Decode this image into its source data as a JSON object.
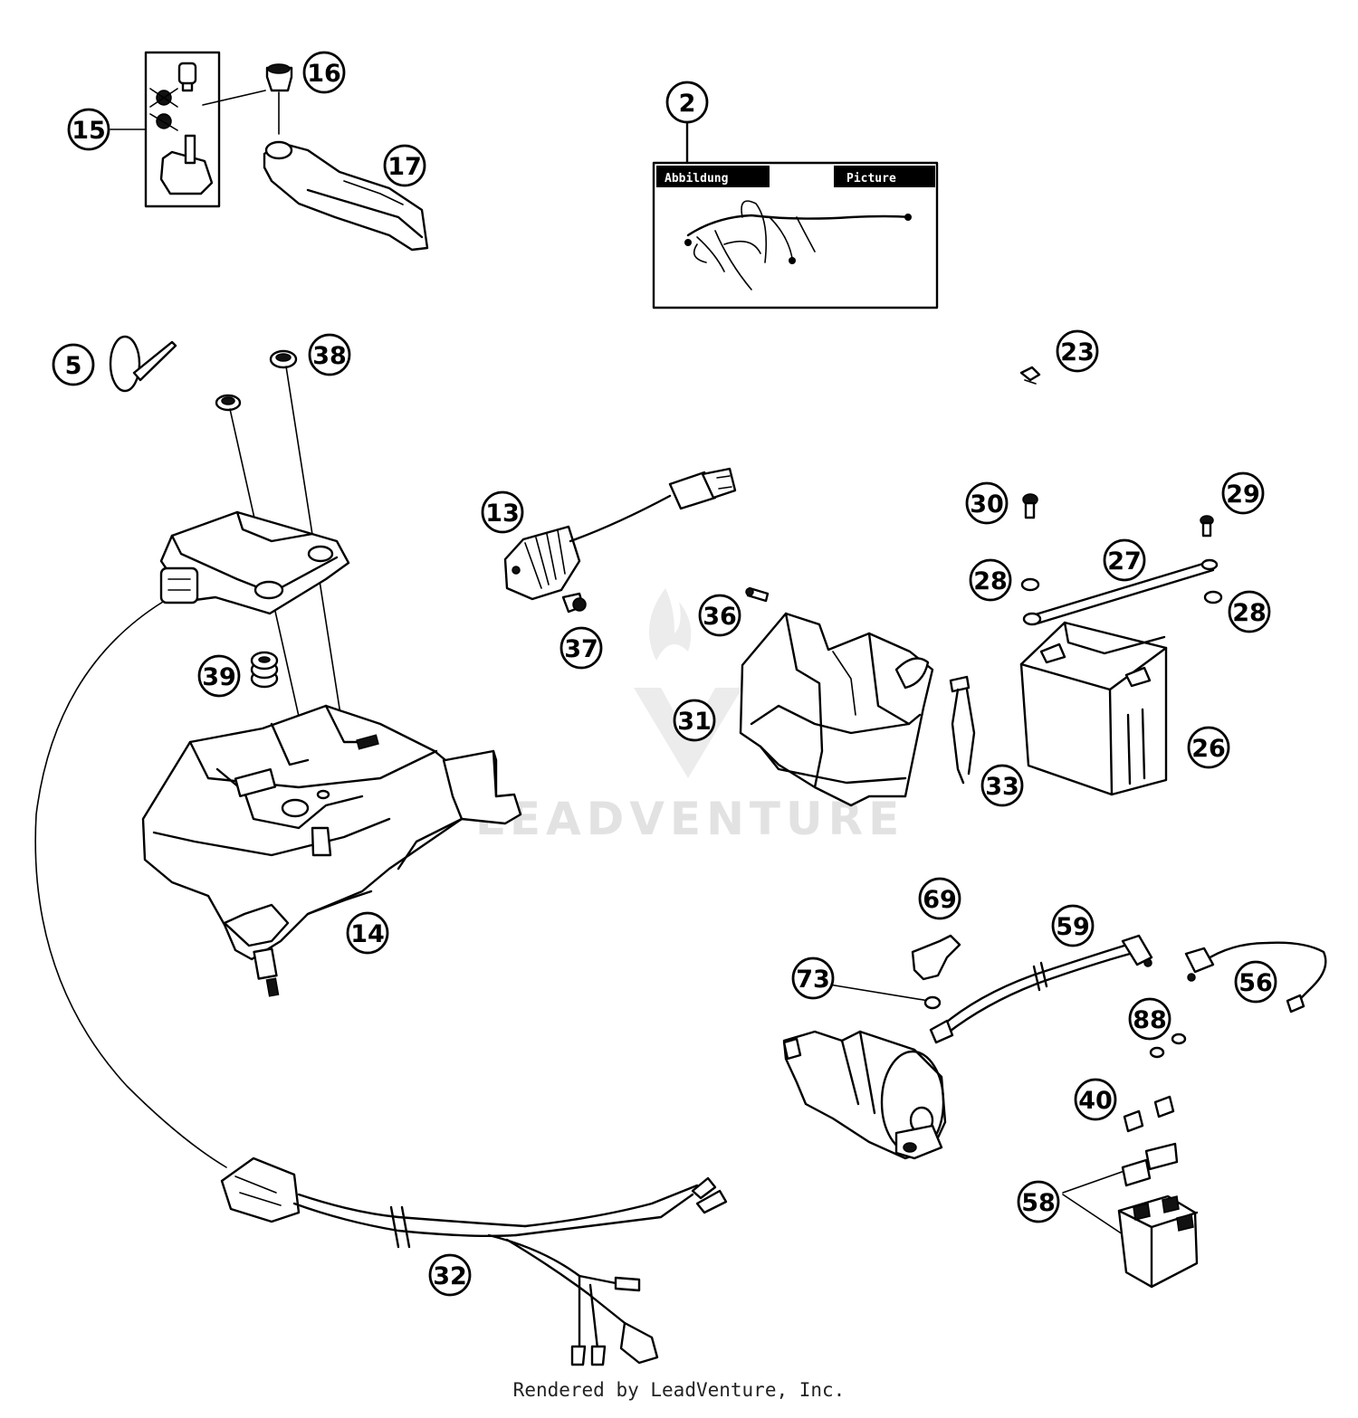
{
  "diagram": {
    "callouts": [
      {
        "id": "c15",
        "label": "15"
      },
      {
        "id": "c16",
        "label": "16"
      },
      {
        "id": "c17",
        "label": "17"
      },
      {
        "id": "c2",
        "label": "2"
      },
      {
        "id": "c5",
        "label": "5"
      },
      {
        "id": "c38",
        "label": "38"
      },
      {
        "id": "c23",
        "label": "23"
      },
      {
        "id": "c13",
        "label": "13"
      },
      {
        "id": "c30",
        "label": "30"
      },
      {
        "id": "c29",
        "label": "29"
      },
      {
        "id": "c27",
        "label": "27"
      },
      {
        "id": "c28a",
        "label": "28"
      },
      {
        "id": "c28b",
        "label": "28"
      },
      {
        "id": "c36",
        "label": "36"
      },
      {
        "id": "c37",
        "label": "37"
      },
      {
        "id": "c39",
        "label": "39"
      },
      {
        "id": "c31",
        "label": "31"
      },
      {
        "id": "c33",
        "label": "33"
      },
      {
        "id": "c26",
        "label": "26"
      },
      {
        "id": "c14",
        "label": "14"
      },
      {
        "id": "c69",
        "label": "69"
      },
      {
        "id": "c59",
        "label": "59"
      },
      {
        "id": "c73",
        "label": "73"
      },
      {
        "id": "c56",
        "label": "56"
      },
      {
        "id": "c88",
        "label": "88"
      },
      {
        "id": "c40",
        "label": "40"
      },
      {
        "id": "c58",
        "label": "58"
      },
      {
        "id": "c32",
        "label": "32"
      }
    ],
    "manual_labels": {
      "left": "Abbildung",
      "right": "Picture"
    },
    "watermark": "LEADVENTURE"
  },
  "footer": {
    "text": "Rendered by LeadVenture, Inc."
  }
}
